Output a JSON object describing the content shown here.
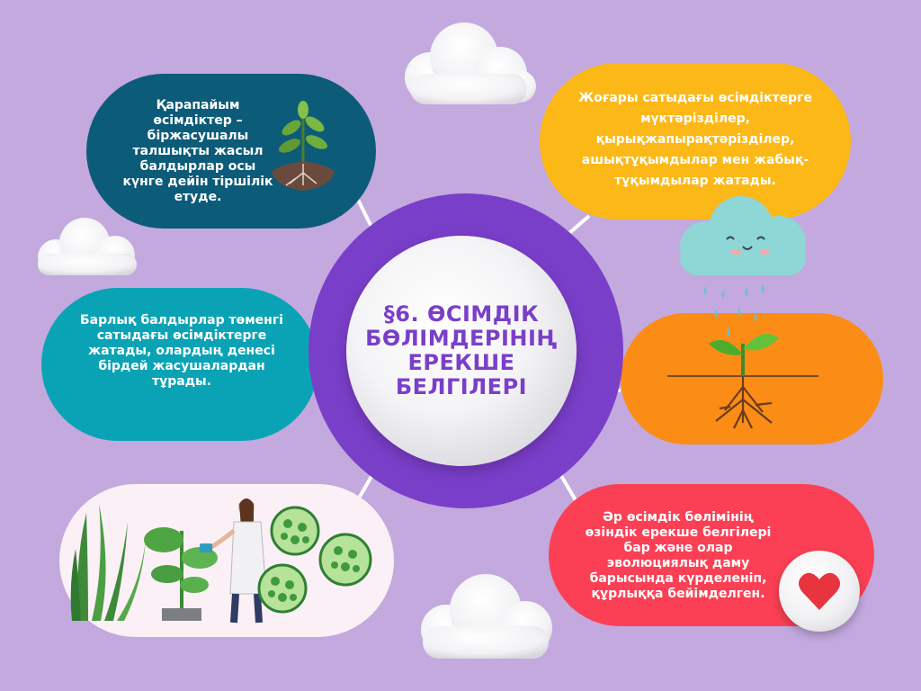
{
  "center": {
    "title": "§6. ӨСІМДІК\nБӨЛІМДЕРІНІҢ\nЕРЕКШЕ\nБЕЛГІЛЕРІ"
  },
  "nodes": {
    "top_left": {
      "text": "Қарапайым\nөсімдіктер –\nбіржасушалы\nталшықты жасыл\nбалдырлар осы\nкүнге дейін тіршілік\nетуде."
    },
    "top_right": {
      "text": "Жоғары сатыдағы өсімдіктерге\nмүктәрізділер,\nқырықжапырақтәрізділер,\nашықтұқымдылар мен жабық-\nтұқымдылар жатады."
    },
    "middle_left": {
      "text": "Барлық балдырлар төменгі\nсатыдағы өсімдіктерге\nжатады,  олардың денесі\nбірдей жасушалардан\nтұрады."
    },
    "bottom_right": {
      "text": "Әр өсімдік бөлімінің\nөзіндік ерекше белгілері\nбар және олар\nэволюциялық даму\nбарысында күрделеніп,\nқұрлыққа бейімделген."
    }
  },
  "colors": {
    "background": "#c3a9de",
    "ring": "#7a3fc9",
    "top_left": "#0c5b79",
    "top_right": "#fbb817",
    "middle_left": "#0aa3b5",
    "middle_right": "#fb8c16",
    "bottom_left": "#faf0f6",
    "bottom_right": "#fb4055",
    "heart": "#e8343f"
  },
  "icons": {
    "top_left": "sprout-in-soil-icon",
    "middle_right": "sprout-with-roots-icon",
    "bottom_left": "scientist-with-plants-illustration",
    "bottom_right": "heart-icon",
    "rain_cloud": "smiling-rain-cloud-icon"
  }
}
